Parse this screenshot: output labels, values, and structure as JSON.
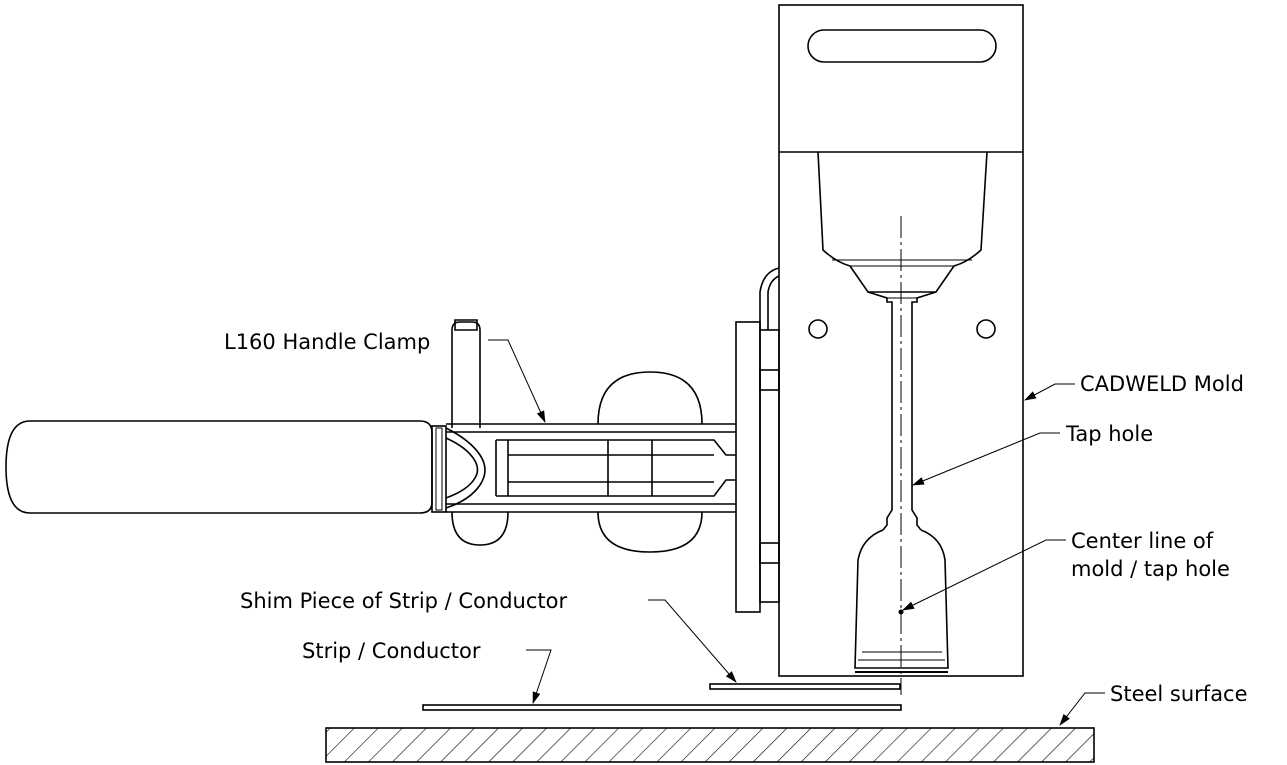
{
  "labels": {
    "handle_clamp": "L160 Handle Clamp",
    "cadweld_mold": "CADWELD Mold",
    "tap_hole": "Tap hole",
    "center_line_1": "Center line of",
    "center_line_2": "mold / tap hole",
    "shim_piece": "Shim Piece of Strip / Conductor",
    "strip_conductor": "Strip / Conductor",
    "steel_surface": "Steel surface"
  }
}
